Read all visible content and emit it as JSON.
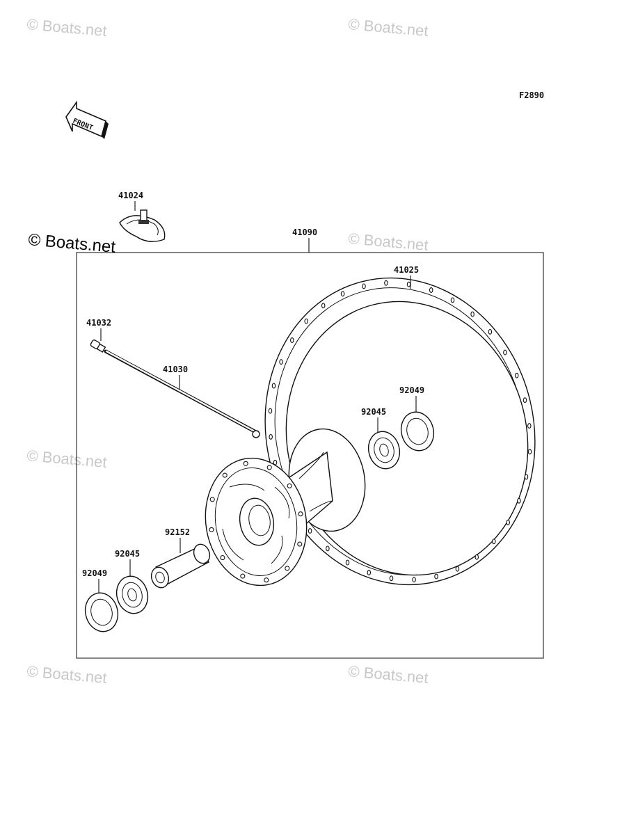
{
  "diagram": {
    "figure_code": "F2890",
    "front_label": "FRONT",
    "part_labels": {
      "valve": "41024",
      "wheel_assembly": "41090",
      "rim": "41025",
      "nipple": "41032",
      "spoke": "41030",
      "oil_seal_right": "92049",
      "bearing_right": "92045",
      "collar": "92152",
      "bearing_left": "92045",
      "oil_seal_left": "92049"
    }
  },
  "watermarks": {
    "faint_text": "© Boats.net",
    "prominent_text": "© Boats.net"
  }
}
